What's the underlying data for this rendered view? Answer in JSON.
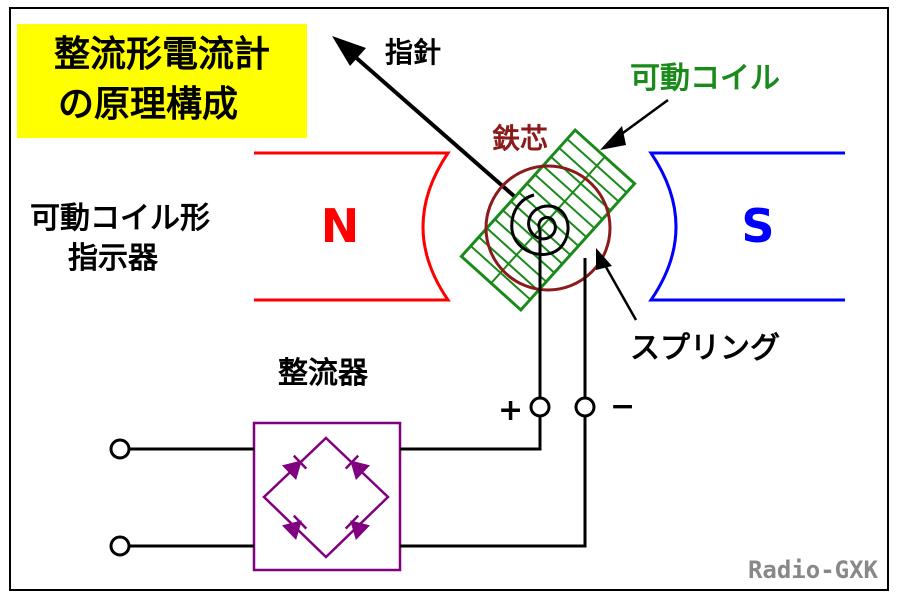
{
  "title": {
    "line1": "整流形電流計",
    "line2": "の原理構成"
  },
  "labels": {
    "pointer": "指針",
    "moving_coil": "可動コイル",
    "iron_core": "鉄芯",
    "instrument_line1": "可動コイル形",
    "instrument_line2": "指示器",
    "pole_n": "N",
    "pole_s": "S",
    "spring": "スプリング",
    "rectifier": "整流器",
    "plus": "+",
    "minus": "−",
    "credit": "Radio-GXK"
  },
  "colors": {
    "title_bg": "#ffff00",
    "pole_n": "#ff0000",
    "pole_s": "#0000ff",
    "coil": "#1a8a1a",
    "core": "#8b1a1a",
    "rectifier": "#800080",
    "wire": "#000000",
    "credit": "#888888"
  }
}
